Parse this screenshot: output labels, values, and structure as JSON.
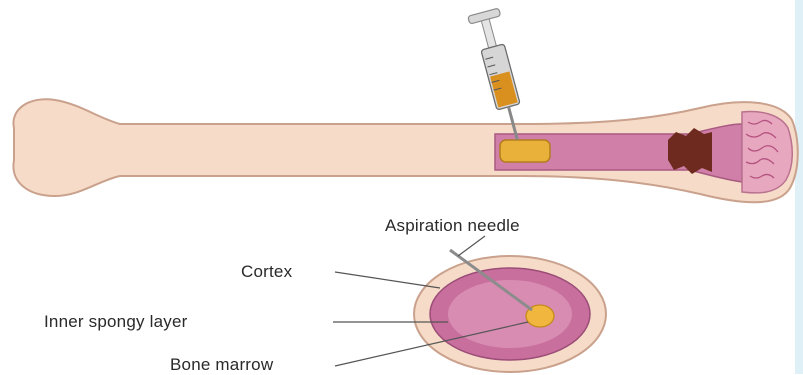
{
  "labels": {
    "aspiration_needle": "Aspiration needle",
    "cortex": "Cortex",
    "inner_spongy_layer": "Inner spongy layer",
    "bone_marrow": "Bone marrow"
  },
  "colors": {
    "bone_outer": "#f6dcc8",
    "bone_outline": "#c9a18c",
    "bone_inner": "#cf7fa8",
    "marrow": "#e9b13a",
    "spongy_dark": "#6e2a1e",
    "syringe_barrel": "#c9c9c9",
    "leader_line": "#555555"
  }
}
